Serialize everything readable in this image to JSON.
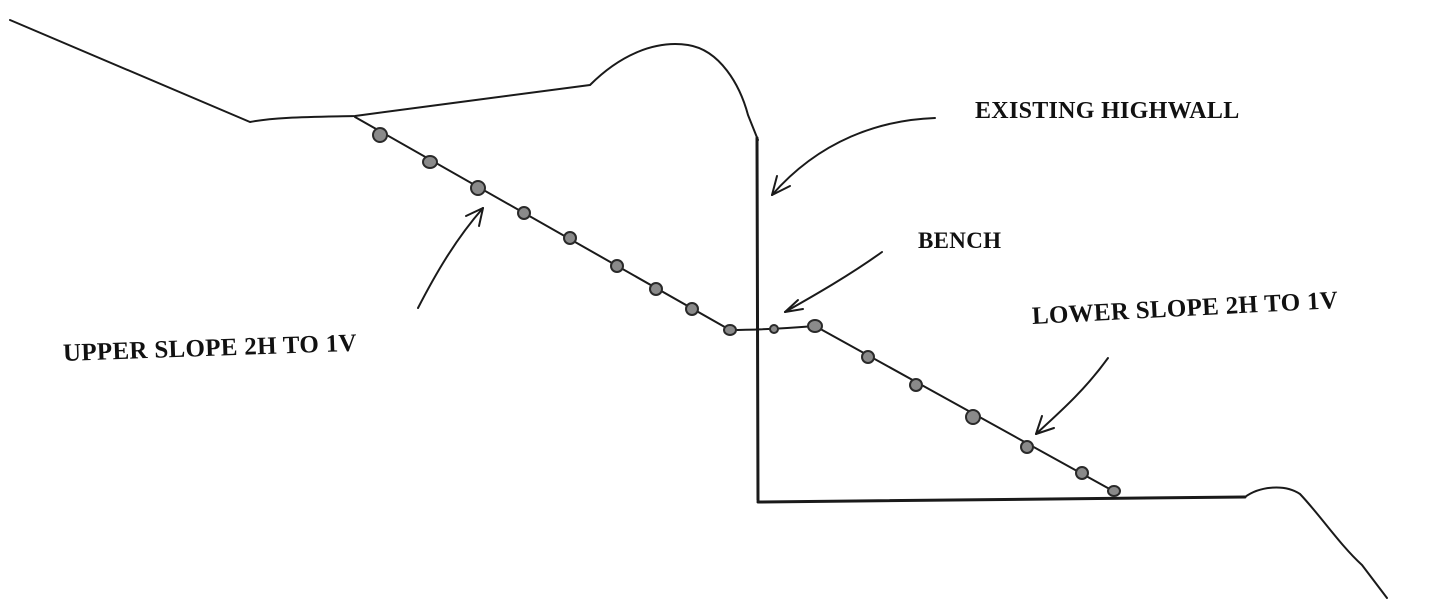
{
  "labels": {
    "existing_highwall": "EXISTING HIGHWALL",
    "bench": "BENCH",
    "lower_slope": "LOWER SLOPE 2H TO 1V",
    "upper_slope": "UPPER SLOPE  2H TO 1V"
  },
  "colors": {
    "ink": "#1a1a1a",
    "dot_fill": "#8a8a8a",
    "background": "#ffffff"
  }
}
